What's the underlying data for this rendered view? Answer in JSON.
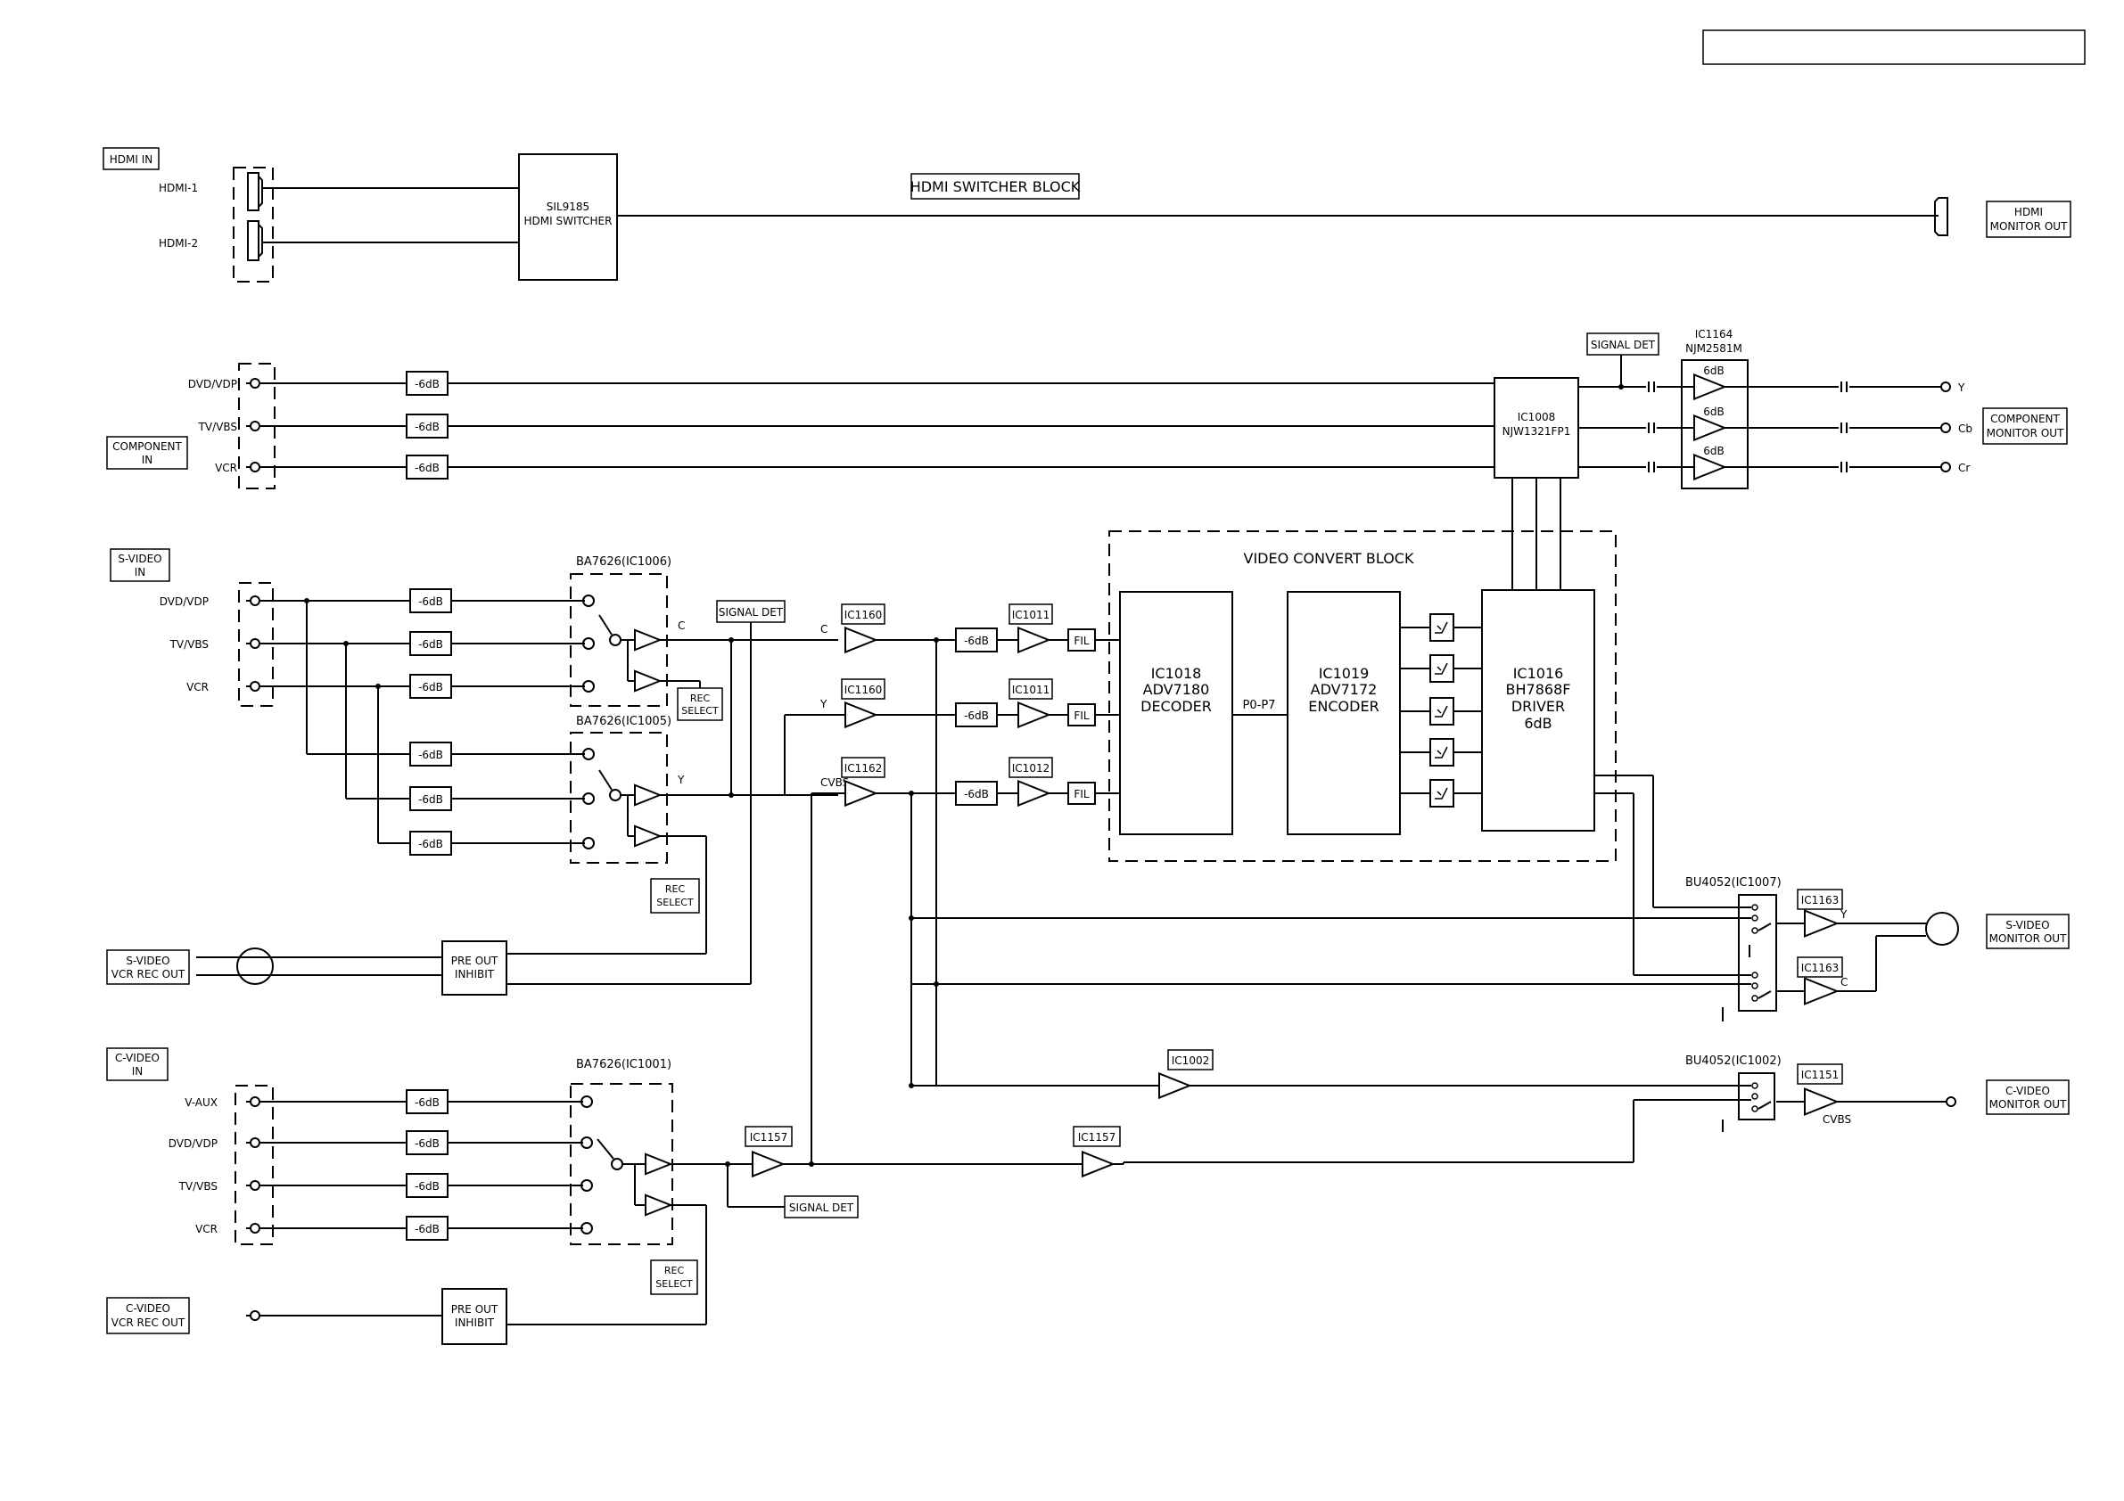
{
  "sections": {
    "hdmi_in": "HDMI IN",
    "hdmi_monitor_out": [
      "HDMI",
      "MONITOR OUT"
    ],
    "component_in": [
      "COMPONENT",
      "IN"
    ],
    "component_monitor_out": [
      "COMPONENT",
      "MONITOR OUT"
    ],
    "svideo_in": [
      "S-VIDEO",
      "IN"
    ],
    "svideo_vcr_rec_out": [
      "S-VIDEO",
      "VCR REC OUT"
    ],
    "svideo_monitor_out": [
      "S-VIDEO",
      "MONITOR OUT"
    ],
    "cvideo_in": [
      "C-VIDEO",
      "IN"
    ],
    "cvideo_vcr_rec_out": [
      "C-VIDEO",
      "VCR REC OUT"
    ],
    "cvideo_monitor_out": [
      "C-VIDEO",
      "MONITOR OUT"
    ]
  },
  "hdmi": {
    "inputs": [
      "HDMI-1",
      "HDMI-2"
    ],
    "switcher": [
      "SIL9185",
      "HDMI SWITCHER"
    ],
    "block_title": "HDMI SWITCHER BLOCK"
  },
  "component": {
    "inputs": [
      "DVD/VDP",
      "TV/VBS",
      "VCR"
    ],
    "atten": "-6dB",
    "ic1008": [
      "IC1008",
      "NJW1321FP1"
    ],
    "signal_det": "SIGNAL DET",
    "ic1164": [
      "IC1164",
      "NJM2581M"
    ],
    "amp_gain": "6dB",
    "outputs": [
      "Y",
      "Cb",
      "Cr"
    ]
  },
  "svideo": {
    "inputs": [
      "DVD/VDP",
      "TV/VBS",
      "VCR"
    ],
    "atten": "-6dB",
    "sw1": "BA7626(IC1006)",
    "sw2": "BA7626(IC1005)",
    "c_label": "C",
    "y_label": "Y",
    "signal_det": "SIGNAL DET",
    "rec_select": [
      "REC",
      "SELECT"
    ],
    "pre_out": [
      "PRE OUT",
      "INHIBIT"
    ]
  },
  "video_path": {
    "ic1160": "IC1160",
    "ic1162": "IC1162",
    "ic1011": "IC1011",
    "ic1012": "IC1012",
    "atten": "-6dB",
    "fil": "FIL",
    "c_label": "C",
    "y_label": "Y",
    "cvbs_label": "CVBS"
  },
  "convert_block": {
    "title": "VIDEO CONVERT BLOCK",
    "decoder": [
      "IC1018",
      "ADV7180",
      "DECODER"
    ],
    "bus": "P0-P7",
    "encoder": [
      "IC1019",
      "ADV7172",
      "ENCODER"
    ],
    "driver": [
      "IC1016",
      "BH7868F",
      "DRIVER",
      "6dB"
    ]
  },
  "outputs": {
    "bu4052_1007": "BU4052(IC1007)",
    "ic1163": "IC1163",
    "y": "Y",
    "c": "C",
    "ic1002": "IC1002",
    "bu4052_1002": "BU4052(IC1002)",
    "ic1151": "IC1151",
    "cvbs": "CVBS"
  },
  "cvideo": {
    "inputs": [
      "V-AUX",
      "DVD/VDP",
      "TV/VBS",
      "VCR"
    ],
    "atten": "-6dB",
    "sw": "BA7626(IC1001)",
    "ic1157": "IC1157",
    "signal_det": "SIGNAL DET",
    "rec_select": [
      "REC",
      "SELECT"
    ],
    "pre_out": [
      "PRE OUT",
      "INHIBIT"
    ]
  }
}
